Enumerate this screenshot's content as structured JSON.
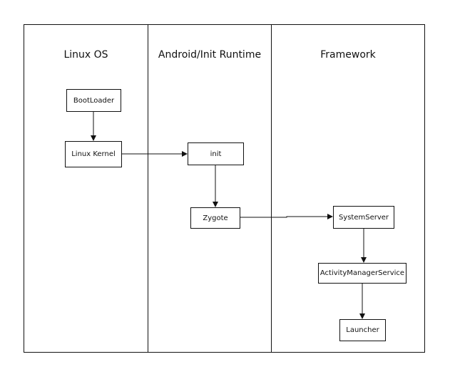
{
  "lanes": {
    "linux_os": "Linux OS",
    "android_init_runtime": "Android/Init Runtime",
    "framework": "Framework"
  },
  "nodes": {
    "bootloader": "BootLoader",
    "linux_kernel": "Linux Kernel",
    "init": "init",
    "zygote": "Zygote",
    "system_server": "SystemServer",
    "activity_manager_service": "ActivityManagerService",
    "launcher": "Launcher"
  },
  "colors": {
    "stroke": "#111111",
    "background": "#ffffff"
  }
}
